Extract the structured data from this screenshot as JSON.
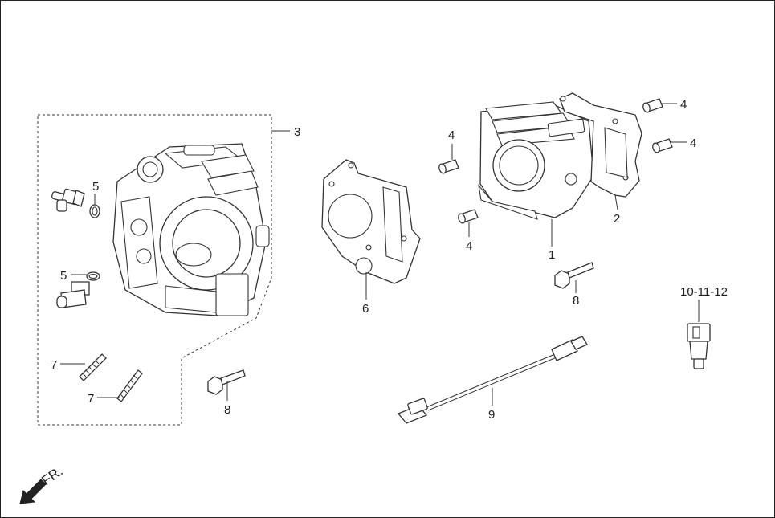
{
  "callouts": {
    "c1": "1",
    "c2": "2",
    "c3": "3",
    "c4a": "4",
    "c4b": "4",
    "c4c": "4",
    "c4d": "4",
    "c5a": "5",
    "c5b": "5",
    "c6": "6",
    "c7a": "7",
    "c7b": "7",
    "c8a": "8",
    "c8b": "8",
    "c9": "9",
    "c10": "10-11-12"
  },
  "direction_label": "FR."
}
